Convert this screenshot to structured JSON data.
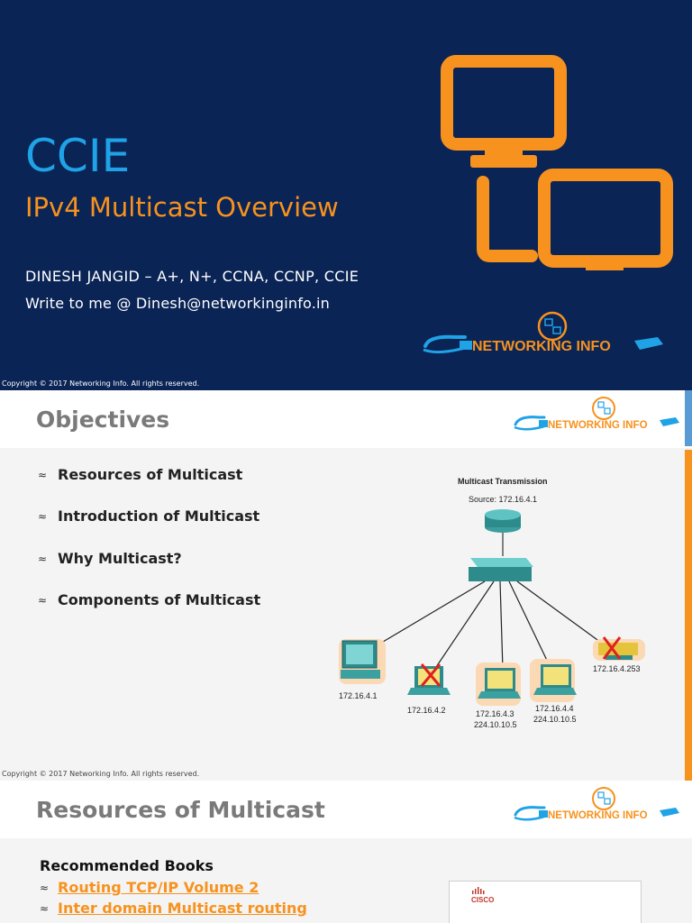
{
  "slide1": {
    "title": "CCIE",
    "subtitle": "IPv4 Multicast Overview",
    "author": "DINESH JANGID – A+, N+, CCNA, CCNP, CCIE",
    "contact": "Write to me @ Dinesh@networkinginfo.in",
    "logo_text": "NETWORKING INFO",
    "copyright": "Copyright © 2017 Networking Info. All rights reserved."
  },
  "slide2": {
    "title": "Objectives",
    "logo_text": "NETWORKING INFO",
    "bullet_marker": "≈",
    "bullets": [
      "Resources of Multicast",
      "Introduction of Multicast",
      "Why Multicast?",
      "Components of Multicast"
    ],
    "diagram": {
      "title": "Multicast Transmission",
      "source": "Source: 172.16.4.1",
      "hosts": [
        {
          "ip": "172.16.4.1",
          "group": ""
        },
        {
          "ip": "172.16.4.2",
          "group": ""
        },
        {
          "ip": "172.16.4.3",
          "group": "224.10.10.5"
        },
        {
          "ip": "172.16.4.4",
          "group": "224.10.10.5"
        },
        {
          "ip": "172.16.4.253",
          "group": ""
        }
      ]
    },
    "copyright": "Copyright © 2017 Networking Info. All rights reserved."
  },
  "slide3": {
    "title": "Resources of Multicast",
    "logo_text": "NETWORKING INFO",
    "books_heading": "Recommended Books",
    "bullet_marker": "≈",
    "books": [
      "Routing TCP/IP Volume 2",
      "Inter domain Multicast routing"
    ],
    "card_brand": "CISCO"
  },
  "colors": {
    "navy": "#0a2456",
    "orange": "#f7921e",
    "blue": "#1fa2e6"
  }
}
